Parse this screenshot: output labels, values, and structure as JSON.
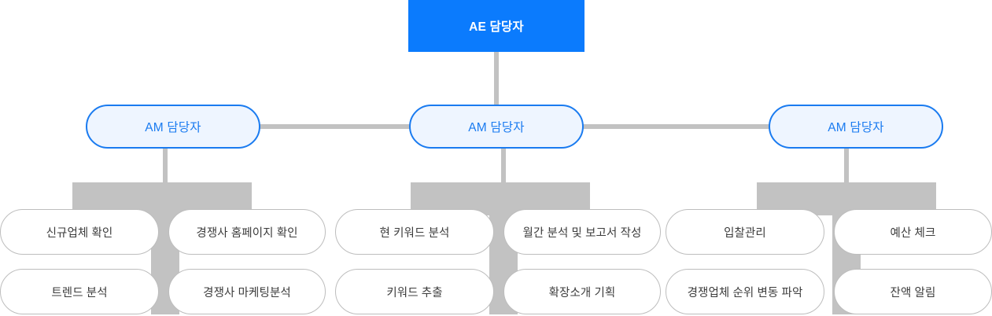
{
  "diagram": {
    "type": "organizational-hierarchy",
    "title_node": {
      "label": "AE 담당자"
    },
    "colors": {
      "root_fill": "#0b7bfd",
      "root_text": "#ffffff",
      "manager_fill": "#eef5ff",
      "manager_border": "#1a7bf0",
      "manager_text": "#1a7bf0",
      "leaf_fill": "#ffffff",
      "leaf_border": "#bdbdbd",
      "leaf_text": "#3c3c3c",
      "connector": "#c2c2c2"
    },
    "groups": [
      {
        "manager": {
          "label": "AM 담당자"
        },
        "tasks": [
          {
            "label": "신규업체 확인"
          },
          {
            "label": "경쟁사 홈페이지 확인"
          },
          {
            "label": "트렌드 분석"
          },
          {
            "label": "경쟁사 마케팅분석"
          }
        ]
      },
      {
        "manager": {
          "label": "AM 담당자"
        },
        "tasks": [
          {
            "label": "현 키워드 분석"
          },
          {
            "label": "월간 분석 및 보고서 작성"
          },
          {
            "label": "키워드 추출"
          },
          {
            "label": "확장소개 기획"
          }
        ]
      },
      {
        "manager": {
          "label": "AM 담당자"
        },
        "tasks": [
          {
            "label": "입찰관리"
          },
          {
            "label": "예산 체크"
          },
          {
            "label": "경쟁업체 순위 변동 파악"
          },
          {
            "label": "잔액 알림"
          }
        ]
      }
    ]
  }
}
